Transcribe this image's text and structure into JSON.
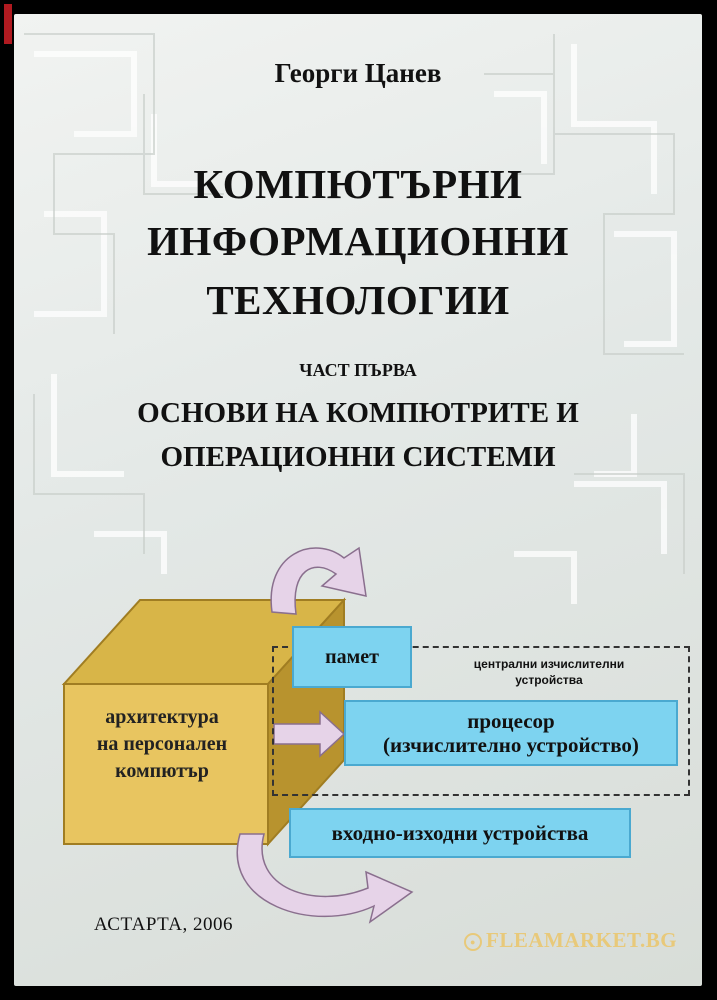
{
  "book": {
    "author": "Георги Цанев",
    "title_lines": [
      "КОМПЮТЪРНИ",
      "ИНФОРМАЦИОННИ",
      "ТЕХНОЛОГИИ"
    ],
    "part": "ЧАСТ ПЪРВА",
    "subtitle_lines": [
      "ОСНОВИ НА КОМПЮТРИТЕ И",
      "ОПЕРАЦИОННИ СИСТЕМИ"
    ],
    "publisher": "АСТАРТА, 2006"
  },
  "diagram": {
    "architecture_lines": [
      "архитектура",
      "на персонален",
      "компютър"
    ],
    "memory": "памет",
    "central_lines": [
      "централни изчислителни",
      "устройства"
    ],
    "cpu_lines": [
      "процесор",
      "(изчислително устройство)"
    ],
    "io": "входно-изходни устройства"
  },
  "watermark": {
    "text": "FLEAMARKET.BG"
  },
  "colors": {
    "box_fill": "#7dd3f0",
    "prism_front": "#e8c560",
    "prism_top": "#c9a137",
    "arrow_fill": "#e6d3e8",
    "watermark": "#e8c97a"
  }
}
